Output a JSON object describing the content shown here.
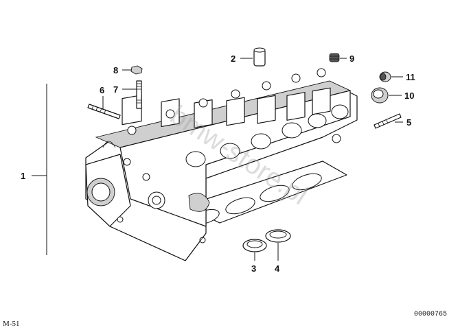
{
  "diagram": {
    "callouts": [
      {
        "id": "1",
        "label": "1"
      },
      {
        "id": "2",
        "label": "2"
      },
      {
        "id": "3",
        "label": "3"
      },
      {
        "id": "4",
        "label": "4"
      },
      {
        "id": "5",
        "label": "5"
      },
      {
        "id": "6",
        "label": "6"
      },
      {
        "id": "7",
        "label": "7"
      },
      {
        "id": "8",
        "label": "8"
      },
      {
        "id": "9",
        "label": "9"
      },
      {
        "id": "10",
        "label": "10"
      },
      {
        "id": "11",
        "label": "11"
      }
    ],
    "watermark": "bmw-store.pl",
    "diagram_code": "00000765",
    "model_code": "M-51"
  }
}
